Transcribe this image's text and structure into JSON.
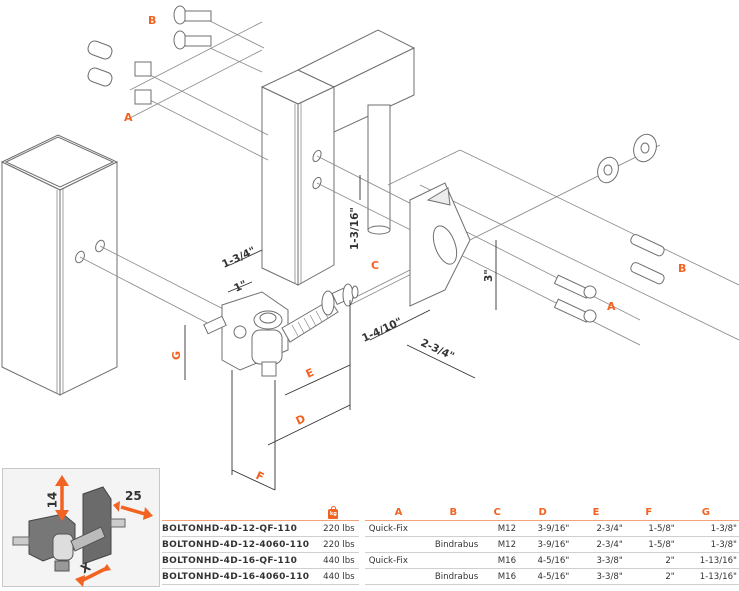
{
  "diagram": {
    "part_labels": {
      "A_top": "A",
      "B_top": "B",
      "C": "C",
      "A_right": "A",
      "B_right": "B",
      "D": "D",
      "E": "E",
      "F": "F",
      "G": "G"
    },
    "dimensions": {
      "post_hole_spacing": "1-3/16\"",
      "bracket_width": "1-3/4\"",
      "bracket_inner": "1\"",
      "plate_height": "3\"",
      "plate_offset": "1-4/10\"",
      "plate_width": "2-3/4\""
    },
    "accent_color": "#f26322"
  },
  "adjustment_thumbnail": {
    "vertical_adjust": "14",
    "lateral_adjust": "25",
    "depth_adjust": "X"
  },
  "spec_table": {
    "load_icon": "weight-kg-icon",
    "load_icon_text": "kg",
    "headers": [
      "A",
      "B",
      "C",
      "D",
      "E",
      "F",
      "G"
    ],
    "rows": [
      {
        "model": "BOLTONHD-4D-12-QF-110",
        "load": "220 lbs",
        "A": "Quick-Fix",
        "B": "",
        "C": "M12",
        "D": "3-9/16\"",
        "E": "2-3/4\"",
        "F": "1-5/8\"",
        "G": "1-3/8\""
      },
      {
        "model": "BOLTONHD-4D-12-4060-110",
        "load": "220 lbs",
        "A": "",
        "B": "Bindrabus",
        "C": "M12",
        "D": "3-9/16\"",
        "E": "2-3/4\"",
        "F": "1-5/8\"",
        "G": "1-3/8\""
      },
      {
        "model": "BOLTONHD-4D-16-QF-110",
        "load": "440 lbs",
        "A": "Quick-Fix",
        "B": "",
        "C": "M16",
        "D": "4-5/16\"",
        "E": "3-3/8\"",
        "F": "2\"",
        "G": "1-13/16\""
      },
      {
        "model": "BOLTONHD-4D-16-4060-110",
        "load": "440 lbs",
        "A": "",
        "B": "Bindrabus",
        "C": "M16",
        "D": "4-5/16\"",
        "E": "3-3/8\"",
        "F": "2\"",
        "G": "1-13/16\""
      }
    ]
  }
}
